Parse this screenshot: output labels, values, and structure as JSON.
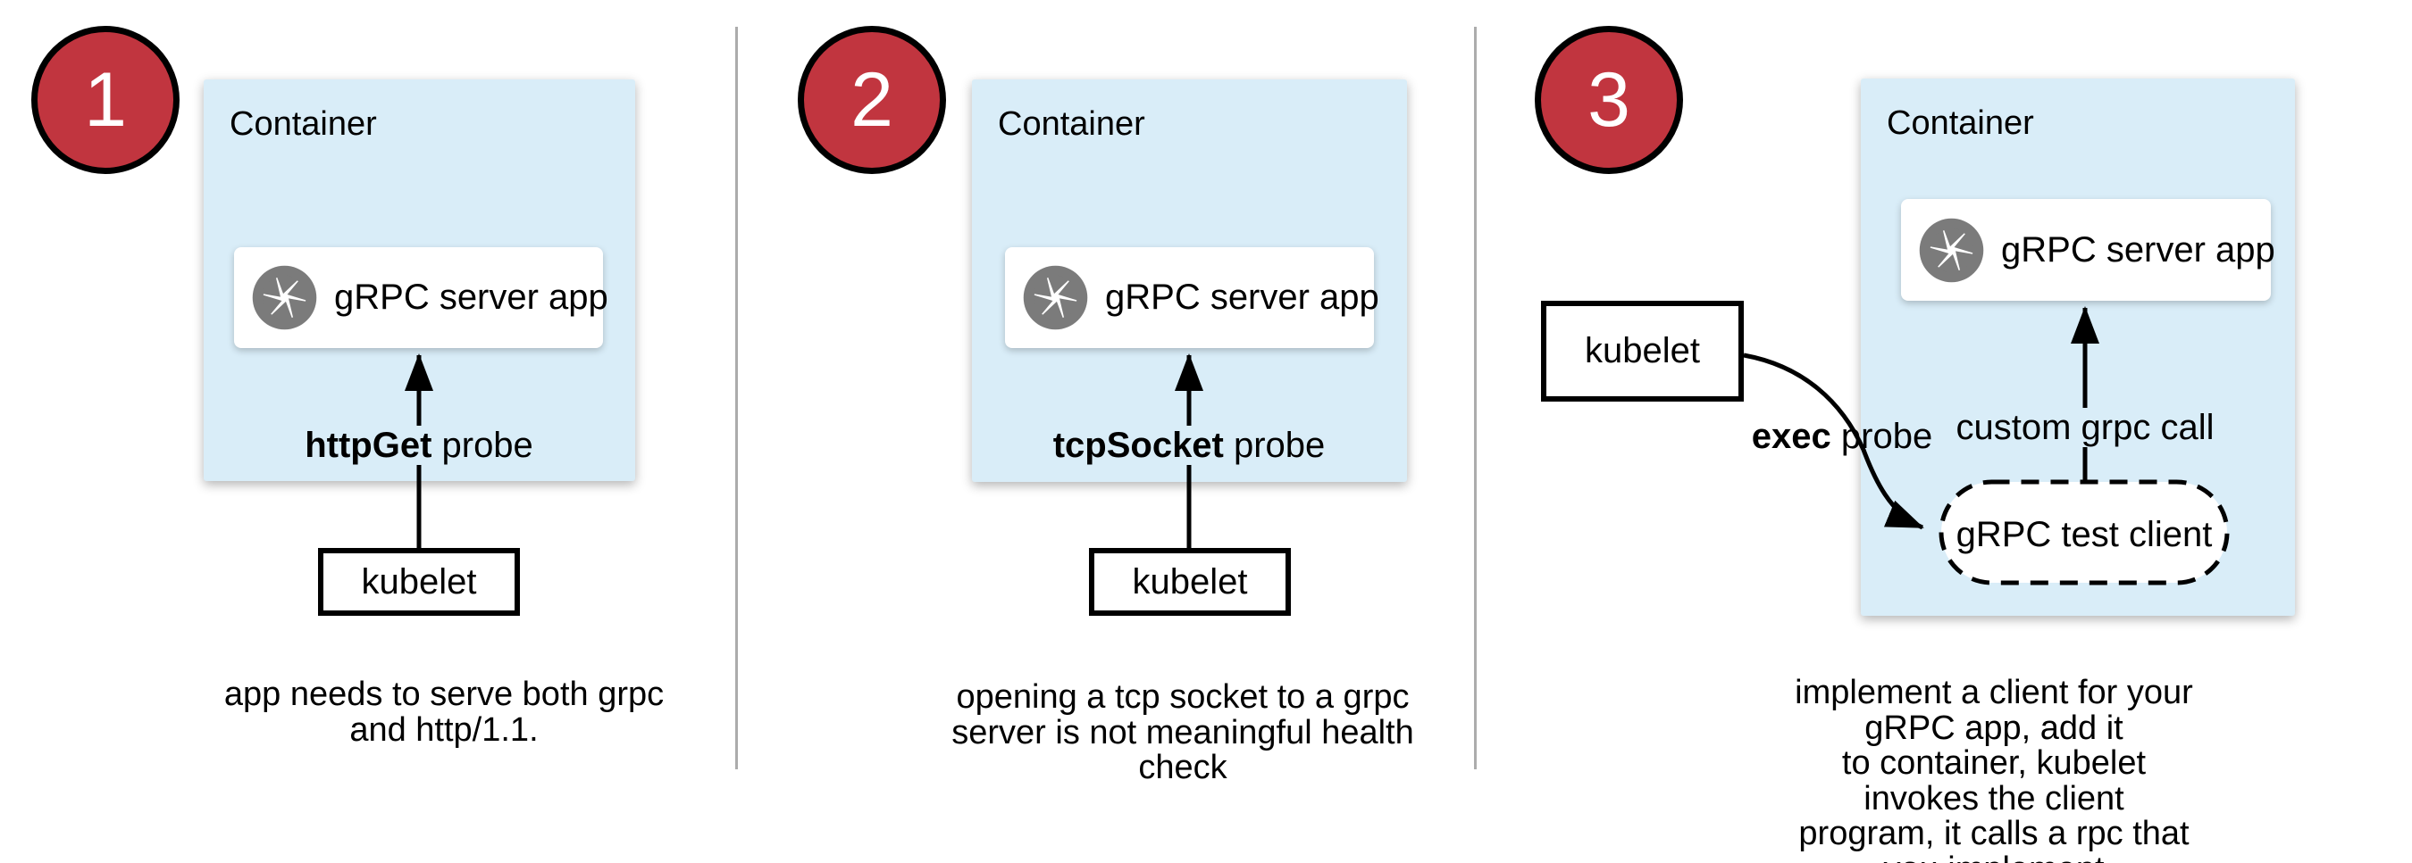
{
  "theme": {
    "accent_red": "#C1353F",
    "container_blue": "#D9EDF8",
    "icon_gray": "#7B7B7B",
    "separator_gray": "#ACACAC",
    "text_black": "#000000"
  },
  "panels": [
    {
      "number": "1",
      "container_label": "Container",
      "app_box": {
        "icon": "shutter-aperture-icon",
        "label": "gRPC server app"
      },
      "probe_label": {
        "bold": "httpGet",
        "rest": " probe"
      },
      "kubelet_label": "kubelet",
      "caption": "app needs to serve both grpc\nand http/1.1."
    },
    {
      "number": "2",
      "container_label": "Container",
      "app_box": {
        "icon": "shutter-aperture-icon",
        "label": "gRPC server app"
      },
      "probe_label": {
        "bold": "tcpSocket",
        "rest": " probe"
      },
      "kubelet_label": "kubelet",
      "caption": "opening a tcp socket to a grpc\nserver is not meaningful health\ncheck"
    },
    {
      "number": "3",
      "container_label": "Container",
      "app_box": {
        "icon": "shutter-aperture-icon",
        "label": "gRPC server app"
      },
      "exec_label": {
        "bold": "exec",
        "rest": " probe"
      },
      "custom_call_label": "custom grpc call",
      "test_client_label": "gRPC test client",
      "kubelet_label": "kubelet",
      "caption": "implement a client for your gRPC app, add it\nto container, kubelet invokes the client\nprogram, it calls a rpc that you implement"
    }
  ]
}
